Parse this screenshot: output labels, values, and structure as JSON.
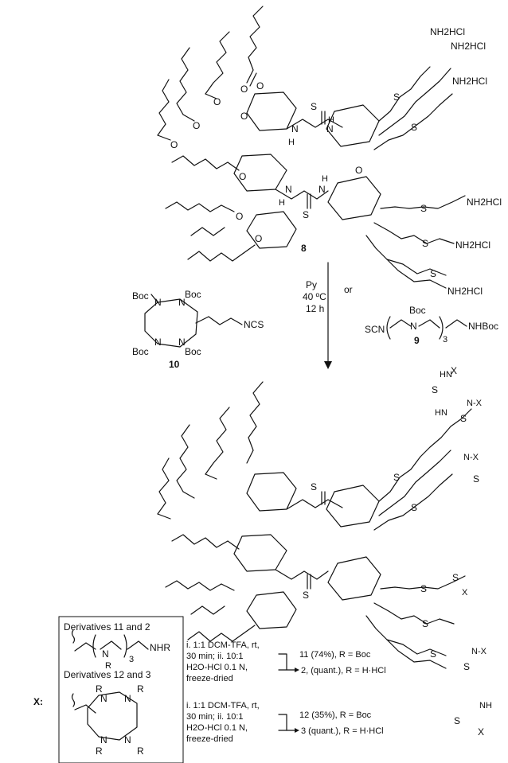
{
  "compounds": {
    "starting_number": "8",
    "reagent_10_number": "10",
    "reagent_9_number": "9",
    "reagent_9_repeat": "3"
  },
  "atom_labels": {
    "amine": "NH2HCl",
    "nh": "NH",
    "h": "H",
    "n": "N",
    "s": "S",
    "o": "O",
    "boc": "Boc",
    "ncs": "NCS",
    "scn": "SCN",
    "nhboc": "NHBoc",
    "nhx": "N-X",
    "hn": "HN",
    "x": "X",
    "nhr": "NHR",
    "r": "R"
  },
  "conditions": {
    "line1": "Py",
    "line2": "40 ºC",
    "line3": "12 h",
    "or": "or"
  },
  "legend": {
    "x_label": "X:",
    "derivatives_a": "Derivatives 11 and 2",
    "derivatives_b": "Derivatives 12 and 3",
    "deprotection_a": [
      "i. 1:1 DCM-TFA, rt,",
      "30   min;   ii.   10:1",
      "H2O-HCl   0.1   N,",
      "freeze-dried"
    ],
    "deprotection_b": [
      "i. 1:1 DCM-TFA, rt,",
      "30   min;   ii.   10:1",
      "H2O-HCl   0.1   N,",
      "freeze-dried"
    ],
    "product_11": "11 (74%), R = Boc",
    "product_2": "2, (quant.), R = H·HCl",
    "product_12": "12 (35%), R = Boc",
    "product_3": "3 (quant.), R = H·HCl"
  }
}
